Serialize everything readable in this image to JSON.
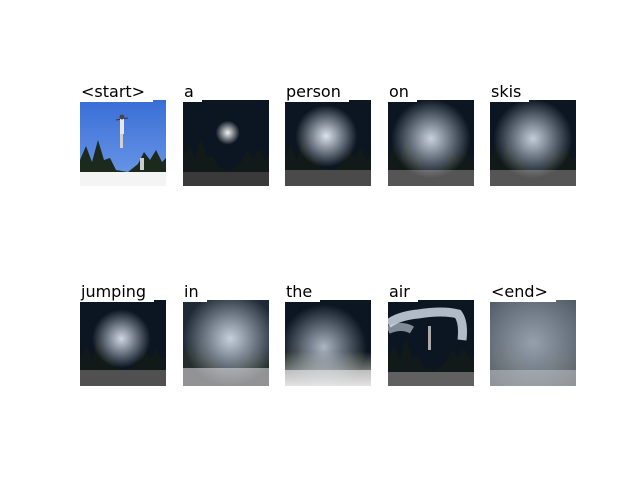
{
  "tokens": [
    {
      "word": "<start>"
    },
    {
      "word": "a"
    },
    {
      "word": "person"
    },
    {
      "word": "on"
    },
    {
      "word": "skis"
    },
    {
      "word": "jumping"
    },
    {
      "word": "in"
    },
    {
      "word": "the"
    },
    {
      "word": "air"
    },
    {
      "word": "<end>"
    }
  ]
}
